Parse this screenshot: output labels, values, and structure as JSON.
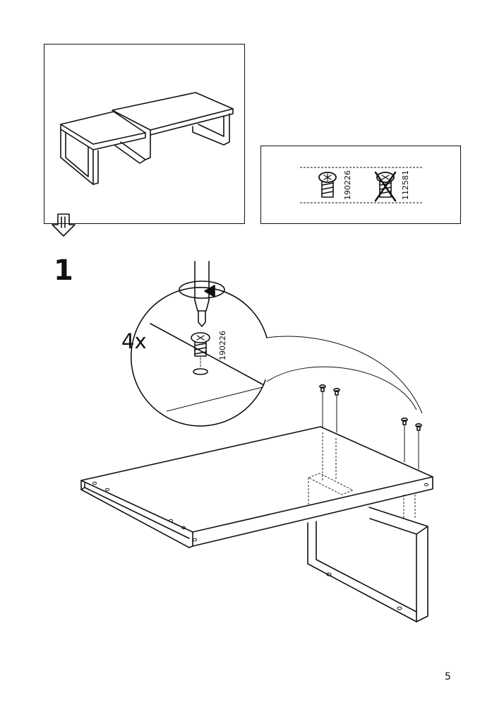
{
  "overview_panel": {
    "icon": "assembled-furniture-overview"
  },
  "next_arrow": {
    "icon": "hollow-down-arrow-icon"
  },
  "screw_panel": {
    "correct_screw_code": "190226",
    "incorrect_screw_code": "112581",
    "correct_icon": "countersunk-screw-icon",
    "incorrect_icon": "crossed-out-screw-icon"
  },
  "step": {
    "number": "1",
    "quantity": "4x",
    "screw_code": "190226",
    "tool_icon": "phillips-screwdriver-icon"
  },
  "page": {
    "number": "5"
  }
}
